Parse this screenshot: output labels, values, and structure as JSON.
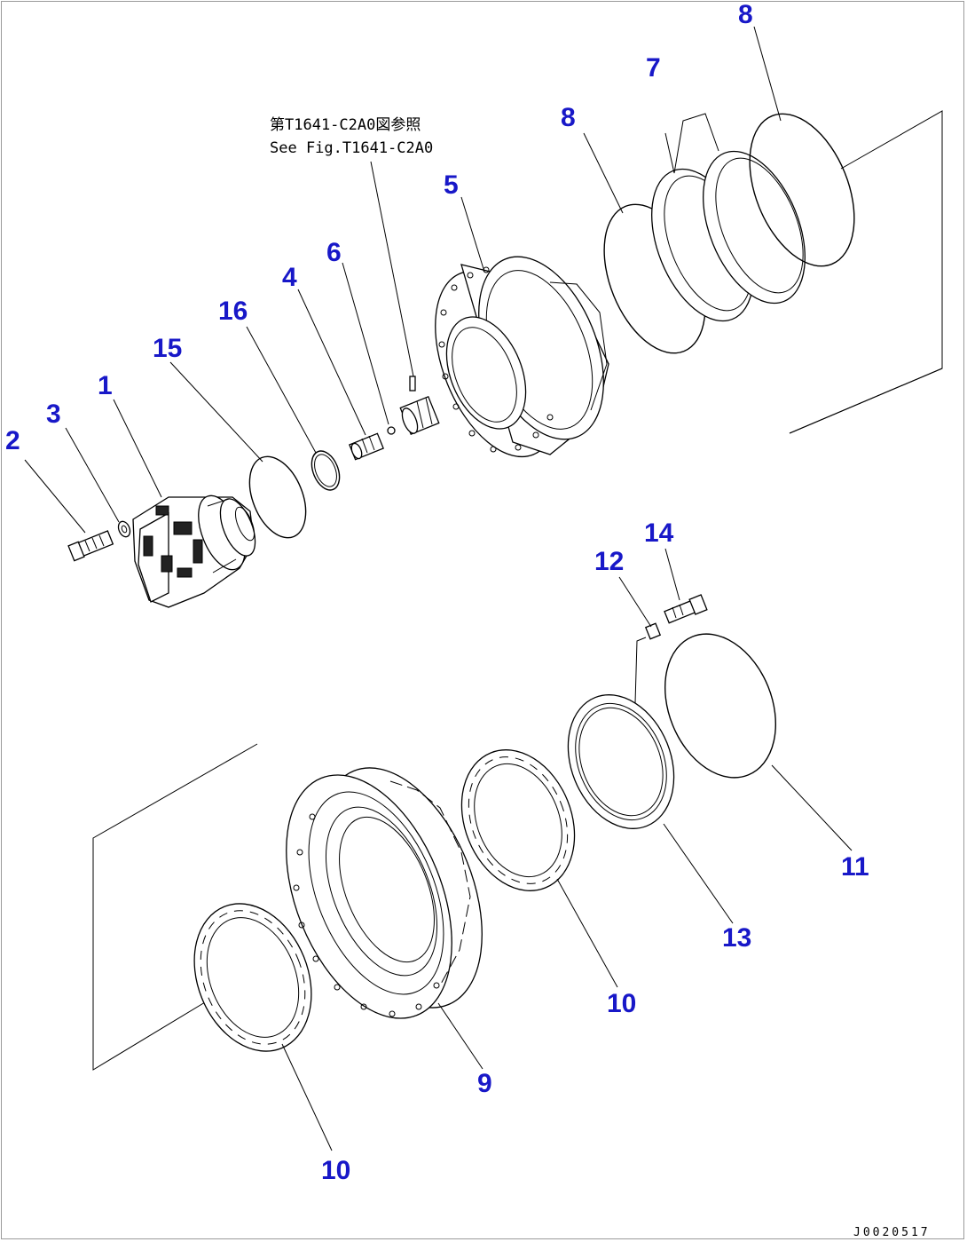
{
  "callouts": {
    "p1": "1",
    "p2": "2",
    "p3": "3",
    "p4": "4",
    "p5": "5",
    "p6": "6",
    "p7": "7",
    "p8a": "8",
    "p8b": "8",
    "p9": "9",
    "p10a": "10",
    "p10b": "10",
    "p11": "11",
    "p12": "12",
    "p13": "13",
    "p14": "14",
    "p15": "15",
    "p16": "16"
  },
  "reference_note": {
    "line1": "第T1641-C2A0図参照",
    "line2": "See Fig.T1641-C2A0"
  },
  "drawing_code": "J0020517",
  "colors": {
    "callout": "#1818c8",
    "line": "#000000",
    "frame": "#9a9a9a"
  }
}
